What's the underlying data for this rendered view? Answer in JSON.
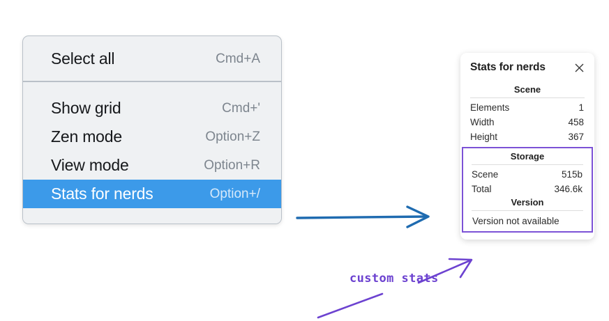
{
  "context_menu": {
    "groups": [
      {
        "items": [
          {
            "label": "Select all",
            "shortcut": "Cmd+A",
            "selected": false
          }
        ]
      },
      {
        "items": [
          {
            "label": "Show grid",
            "shortcut": "Cmd+'",
            "selected": false
          },
          {
            "label": "Zen mode",
            "shortcut": "Option+Z",
            "selected": false
          },
          {
            "label": "View mode",
            "shortcut": "Option+R",
            "selected": false
          },
          {
            "label": "Stats for nerds",
            "shortcut": "Option+/",
            "selected": true
          }
        ]
      }
    ],
    "selected_background": "#3c9ae9"
  },
  "stats_panel": {
    "title": "Stats for nerds",
    "close_icon": "close-icon",
    "scene": {
      "heading": "Scene",
      "rows": [
        {
          "key": "Elements",
          "value": "1"
        },
        {
          "key": "Width",
          "value": "458"
        },
        {
          "key": "Height",
          "value": "367"
        }
      ]
    },
    "storage": {
      "heading": "Storage",
      "rows": [
        {
          "key": "Scene",
          "value": "515b"
        },
        {
          "key": "Total",
          "value": "346.6k"
        }
      ]
    },
    "version": {
      "heading": "Version",
      "note": "Version not available"
    },
    "highlight_color": "#7c52d6"
  },
  "annotations": {
    "custom_stats_label": "custom stats",
    "arrow_color_blue": "#1f6bb0",
    "arrow_color_purple": "#6c42d0"
  }
}
